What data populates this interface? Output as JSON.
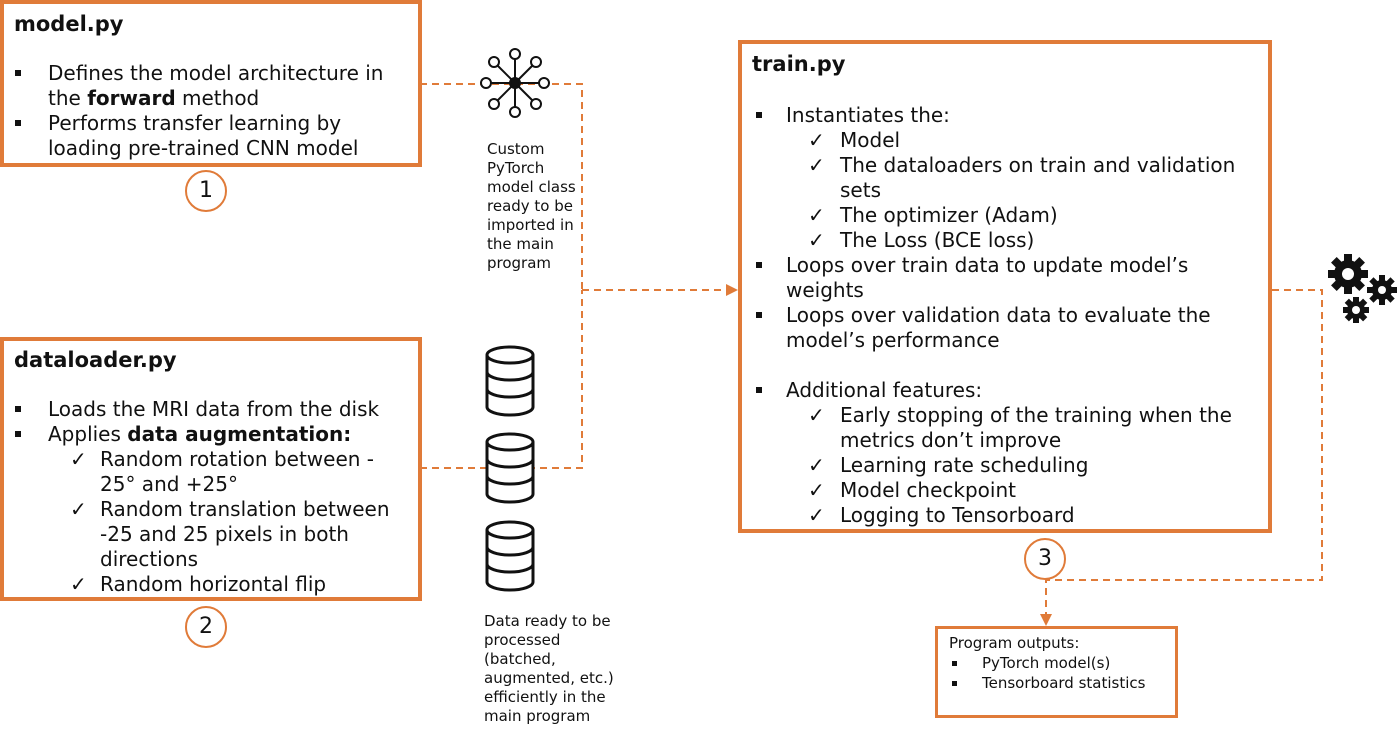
{
  "model_box": {
    "title": "model.py",
    "bullet1_a": "Defines the model architecture in",
    "bullet1_b_pre": "the ",
    "bullet1_b_bold": "forward",
    "bullet1_b_post": " method",
    "bullet2_a": "Performs transfer learning by",
    "bullet2_b": "loading pre-trained CNN model",
    "step": "1"
  },
  "model_note": [
    "Custom",
    "PyTorch",
    "model class",
    "ready to be",
    "imported in",
    "the main",
    "program"
  ],
  "dataloader_box": {
    "title": "dataloader.py",
    "bullet1": "Loads the MRI data from the disk",
    "bullet2_pre": "Applies ",
    "bullet2_bold": "data augmentation:",
    "checks": [
      "Random rotation between -",
      "25° and +25°",
      "Random translation between",
      "-25 and 25 pixels in both",
      "directions",
      "Random horizontal flip"
    ],
    "step": "2"
  },
  "data_note": [
    "Data ready to be",
    "processed",
    "(batched,",
    "augmented, etc.)",
    "efficiently in the",
    "main program"
  ],
  "train_box": {
    "title": "train.py",
    "lines": [
      "Instantiates the:",
      "Model",
      "The dataloaders on train and validation",
      "sets",
      "The optimizer (Adam)",
      "The Loss (BCE loss)",
      "Loops over train data to update model’s",
      "weights",
      "Loops over validation data to evaluate the",
      "model’s performance",
      "Additional features:",
      "Early stopping of the training when the",
      "metrics don’t improve",
      "Learning rate scheduling",
      "Model checkpoint",
      "Logging to Tensorboard"
    ],
    "step": "3"
  },
  "outputs_box": {
    "title": "Program outputs:",
    "items": [
      "PyTorch model(s)",
      "Tensorboard statistics"
    ]
  },
  "colors": {
    "accent": "#e07b39",
    "text": "#111111"
  },
  "icons": [
    "network-icon",
    "database-icon",
    "gears-icon"
  ]
}
